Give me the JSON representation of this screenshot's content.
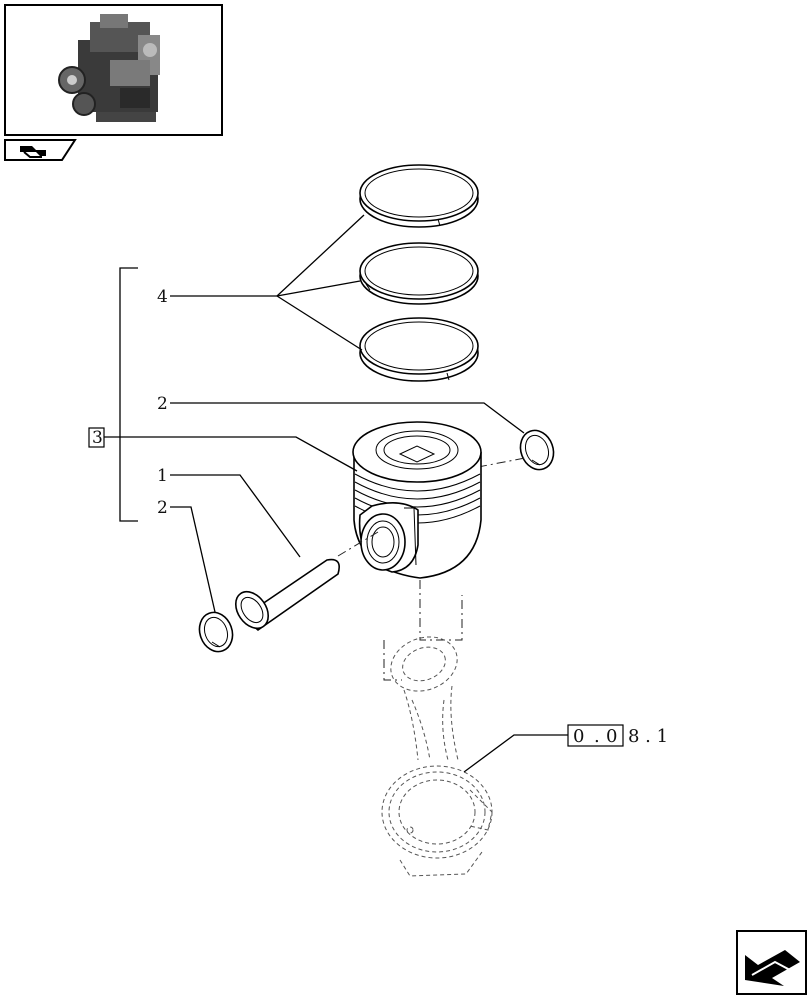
{
  "callouts": {
    "rings": "4",
    "snap_ring_upper": "2",
    "piston_assembly": "3",
    "pin": "1",
    "snap_ring_lower": "2"
  },
  "cross_reference": {
    "boxed": [
      "0",
      "0"
    ],
    "separator": ".",
    "rest": "8 . 1"
  },
  "icons": {
    "thumbnail": "engine-thumbnail",
    "nav_tab": "engine-component-tab-icon",
    "nav_arrow": "previous-page-arrow-icon"
  }
}
